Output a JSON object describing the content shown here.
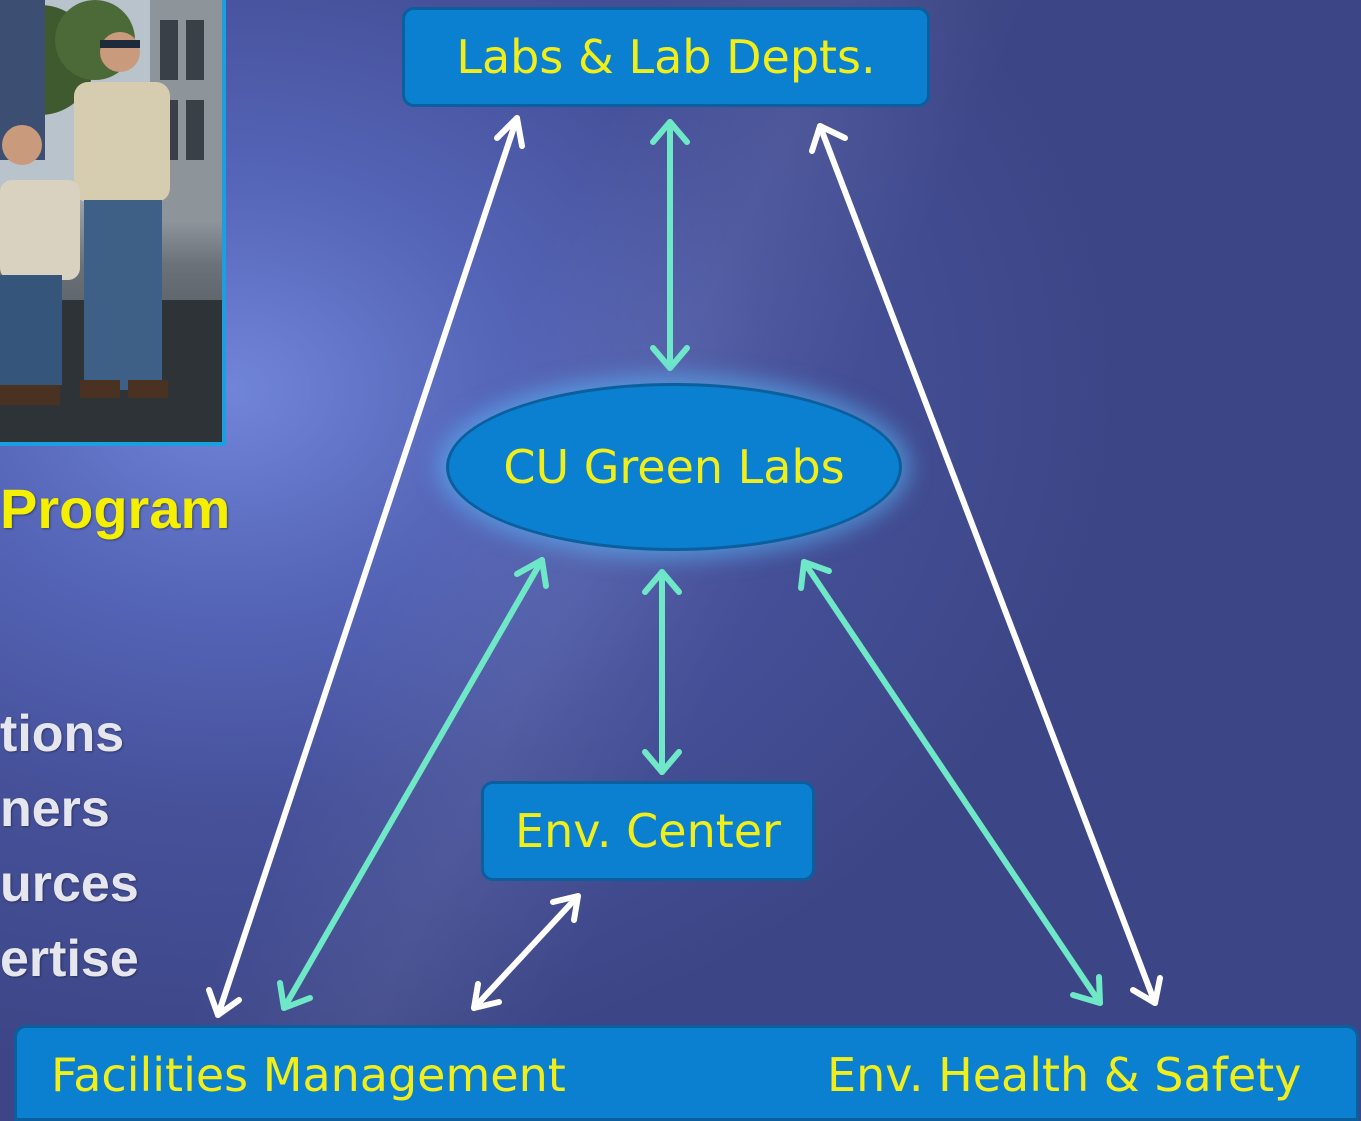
{
  "colors": {
    "box_fill": "#0b7fd0",
    "box_text": "#f2ee1a",
    "arrow_white": "#ffffff",
    "arrow_teal": "#6fe8c8",
    "program_text": "#f4f000"
  },
  "left_panel": {
    "program_label": "Program",
    "lines": [
      "tions",
      "ners",
      "urces",
      "ertise"
    ]
  },
  "diagram": {
    "labs": "Labs  & Lab Depts.",
    "green_labs": "CU Green Labs",
    "env_center": "Env. Center",
    "facilities": "Facilities Management",
    "ehs": "Env. Health & Safety"
  }
}
